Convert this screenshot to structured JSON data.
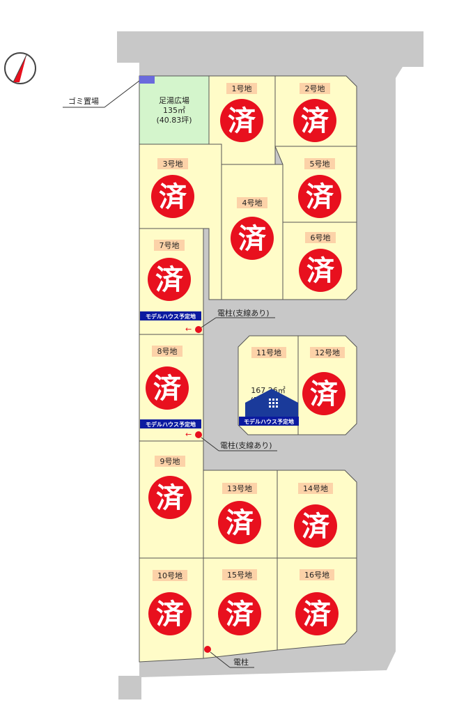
{
  "lots": [
    {
      "id": "lot-1",
      "label": "1号地",
      "status": "済"
    },
    {
      "id": "lot-2",
      "label": "2号地",
      "status": "済"
    },
    {
      "id": "lot-3",
      "label": "3号地",
      "status": "済"
    },
    {
      "id": "lot-4",
      "label": "4号地",
      "status": "済"
    },
    {
      "id": "lot-5",
      "label": "5号地",
      "status": "済"
    },
    {
      "id": "lot-6",
      "label": "6号地",
      "status": "済"
    },
    {
      "id": "lot-7",
      "label": "7号地",
      "status": "済"
    },
    {
      "id": "lot-8",
      "label": "8号地",
      "status": "済"
    },
    {
      "id": "lot-9",
      "label": "9号地",
      "status": "済"
    },
    {
      "id": "lot-10",
      "label": "10号地",
      "status": "済"
    },
    {
      "id": "lot-11",
      "label": "11号地",
      "area_m2": "167.26㎡",
      "area_tsubo": "(50.59坪)",
      "status": ""
    },
    {
      "id": "lot-12",
      "label": "12号地",
      "status": "済"
    },
    {
      "id": "lot-13",
      "label": "13号地",
      "status": "済"
    },
    {
      "id": "lot-14",
      "label": "14号地",
      "status": "済"
    },
    {
      "id": "lot-15",
      "label": "15号地",
      "status": "済"
    },
    {
      "id": "lot-16",
      "label": "16号地",
      "status": "済"
    }
  ],
  "plaza": {
    "name": "足湯広場",
    "area_m2": "135㎡",
    "area_tsubo": "(40.83坪)"
  },
  "labels": {
    "garbage": "ゴミ置場",
    "pole_stay_1": "電柱(支線あり)",
    "pole_stay_2": "電柱(支線あり)",
    "pole": "電柱",
    "model_house_planned": "モデルハウス予定地",
    "model_house": "モデルハウス予定地",
    "arrow": "←"
  },
  "colors": {
    "lot": "#fffcc8",
    "plaza": "#d4f5cc",
    "road": "#c8c8c8",
    "sold": "#e8101e",
    "model": "#0b1aa0",
    "label_bg": "#fcd2a8"
  }
}
